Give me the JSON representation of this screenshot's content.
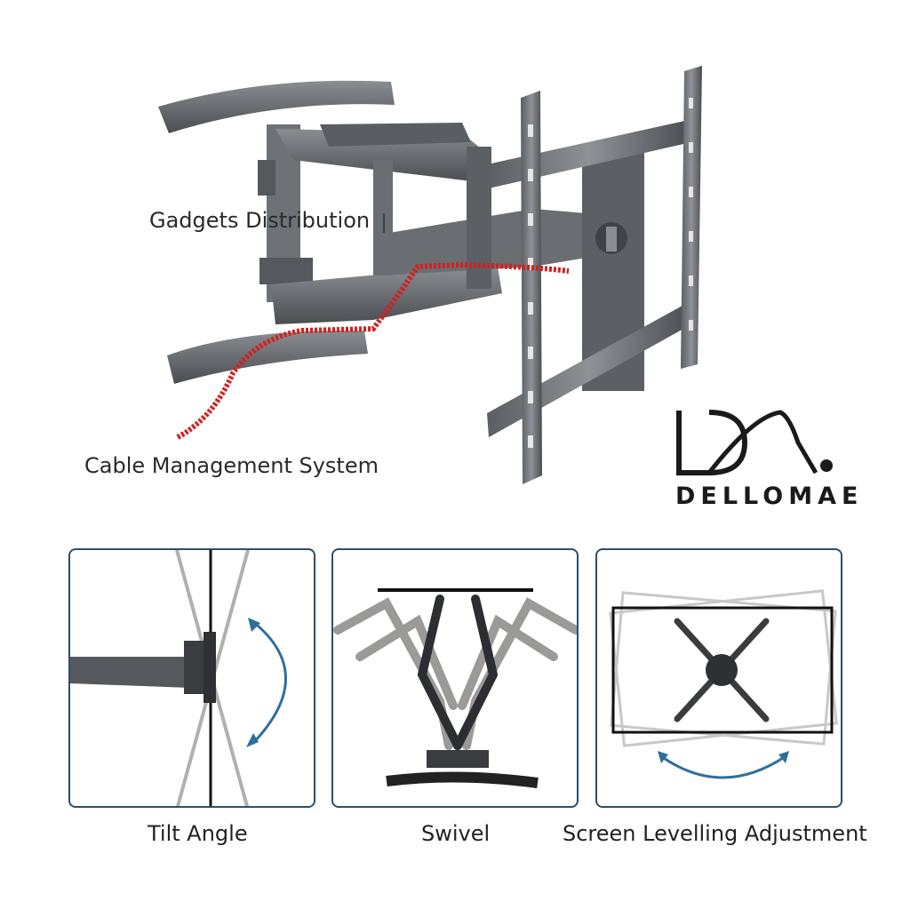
{
  "hero": {
    "callout_gadgets": "Gadgets Distribution",
    "callout_cable": "Cable Management System"
  },
  "brand": {
    "name": "DELLOMAE",
    "logo_glyph": "logo-mark"
  },
  "features": [
    {
      "label": "Tilt Angle",
      "icon": "tilt-diagram"
    },
    {
      "label": "Swivel",
      "icon": "swivel-diagram"
    },
    {
      "label": "Screen Levelling Adjustment",
      "icon": "levelling-diagram"
    }
  ],
  "colors": {
    "mount_dark": "#4a4d52",
    "mount_mid": "#6e7277",
    "mount_light": "#8a8e93",
    "cable_red": "#d32020",
    "panel_border": "#2c4f6b",
    "arrow_blue": "#2f6f9c"
  }
}
